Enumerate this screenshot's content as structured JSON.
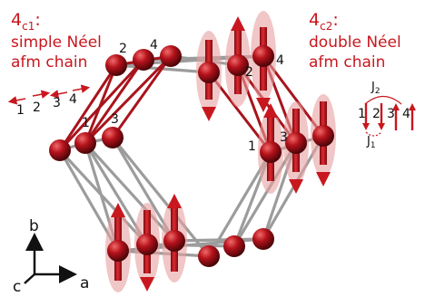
{
  "left_label": {
    "title": "4",
    "title_sub": "c1",
    "title_suffix": ":",
    "line1": "simple Néel",
    "line2": "afm chain",
    "arrow_numbers": [
      "1",
      "2",
      "3",
      "4"
    ]
  },
  "right_label": {
    "title": "4",
    "title_sub": "c2",
    "title_suffix": ":",
    "line1": "double Néel",
    "line2": "afm chain",
    "j2": "J",
    "j2_sub": "2",
    "j1": "J",
    "j1_sub": "1",
    "inset_numbers": [
      "1",
      "2",
      "3",
      "4"
    ]
  },
  "site_numbers": {
    "upper_left": [
      "1",
      "2",
      "3",
      "4"
    ],
    "right": [
      "1",
      "2",
      "3",
      "4"
    ]
  },
  "axes": {
    "b": "b",
    "a": "a",
    "c": "c"
  },
  "colors": {
    "atom": "#b5121b",
    "moment": "#c8171e",
    "halo": "#e8a0a0",
    "bond_grey": "#9a9a9a",
    "bond_red": "#a8141c"
  }
}
